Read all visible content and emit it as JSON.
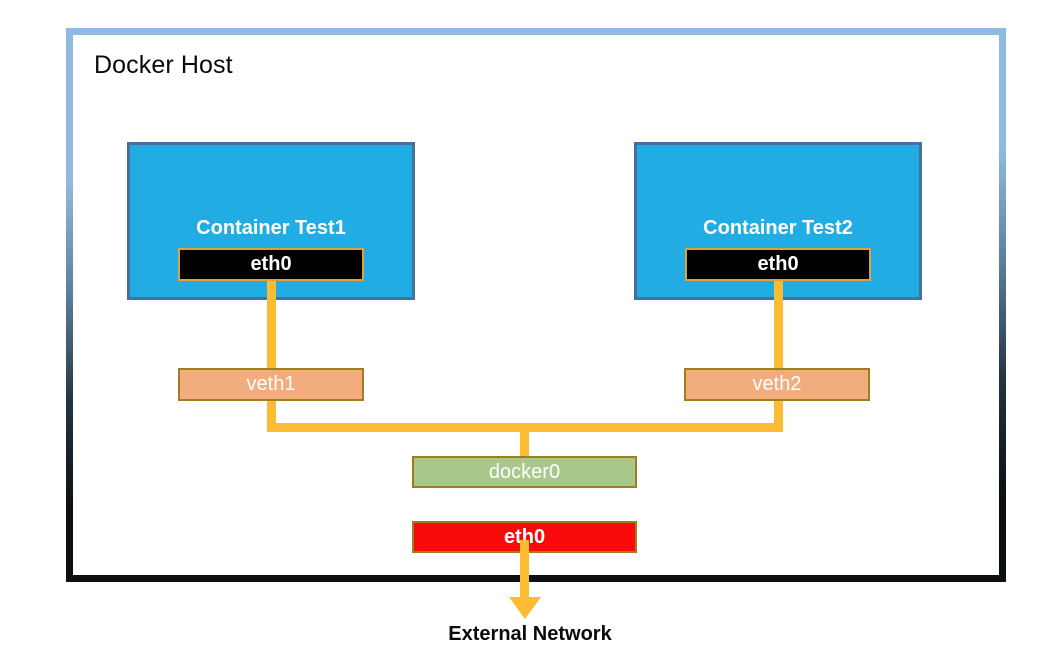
{
  "diagram": {
    "title": "Docker Host",
    "external_label": "External Network",
    "containers": [
      {
        "label": "Container Test1",
        "interface": "eth0"
      },
      {
        "label": "Container Test2",
        "interface": "eth0"
      }
    ],
    "veths": [
      {
        "label": "veth1"
      },
      {
        "label": "veth2"
      }
    ],
    "bridge": {
      "label": "docker0"
    },
    "host_interface": {
      "label": "eth0"
    }
  },
  "colors": {
    "container_fill": "#21ace3",
    "container_border": "#44719e",
    "container_iface_fill": "#000000",
    "container_iface_border": "#e0a233",
    "veth_fill": "#f2ac7d",
    "veth_border": "#a07d1e",
    "bridge_fill": "#a9c98c",
    "host_iface_fill": "#fa0a0a",
    "wire": "#fbbb32",
    "host_frame_top": "#8fbae1",
    "host_frame_bottom": "#0d1114",
    "label_text": "#ffffff",
    "title_text": "#0a0a0a"
  }
}
